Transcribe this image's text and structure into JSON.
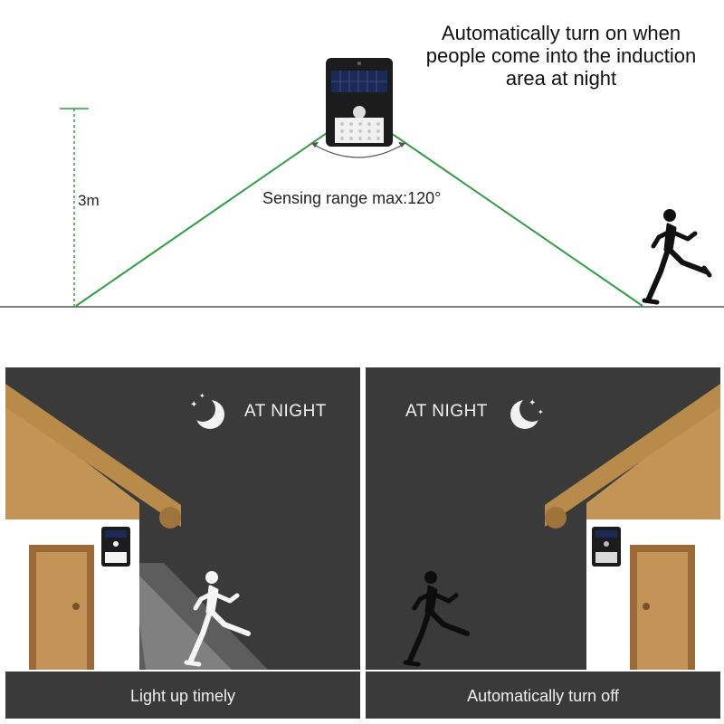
{
  "diagram": {
    "headline": [
      "Automatically turn on when",
      "people come into the induction",
      "area at night"
    ],
    "height_label": "3m",
    "range_label": "Sensing range max:120°"
  },
  "panels": [
    {
      "night_label": "AT NIGHT",
      "caption": "Light up timely",
      "state": "light-on"
    },
    {
      "night_label": "AT NIGHT",
      "caption": "Automatically turn off",
      "state": "light-off"
    }
  ],
  "colors": {
    "sensor_line": "#2e9e44",
    "panel_bg": "#3a3a3a",
    "roof": "#b88b4a",
    "door": "#9a6a36",
    "wall": "#ffffff"
  }
}
